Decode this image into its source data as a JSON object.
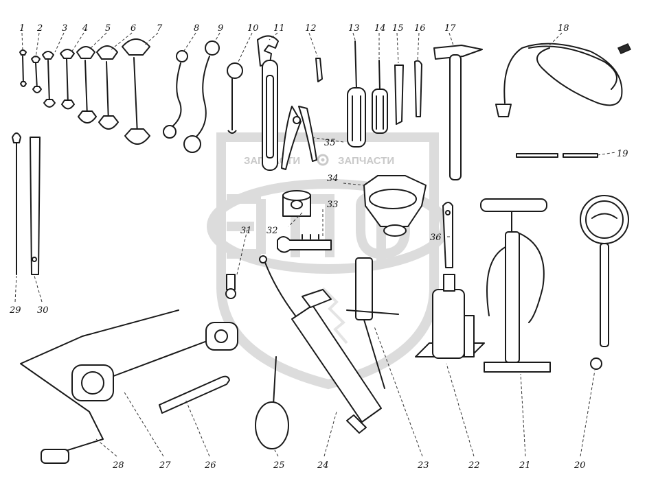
{
  "watermark": {
    "left_text": "ЗАПЧАСТИ",
    "right_text": "ЗАПЧАСТИ",
    "logo_letters": "ЭПФ"
  },
  "callouts": [
    {
      "id": "c1",
      "text": "1"
    },
    {
      "id": "c2",
      "text": "2"
    },
    {
      "id": "c3",
      "text": "3"
    },
    {
      "id": "c4",
      "text": "4"
    },
    {
      "id": "c5",
      "text": "5"
    },
    {
      "id": "c6",
      "text": "6"
    },
    {
      "id": "c7",
      "text": "7"
    },
    {
      "id": "c8",
      "text": "8"
    },
    {
      "id": "c9",
      "text": "9"
    },
    {
      "id": "c10",
      "text": "10"
    },
    {
      "id": "c11",
      "text": "11"
    },
    {
      "id": "c12",
      "text": "12"
    },
    {
      "id": "c13",
      "text": "13"
    },
    {
      "id": "c14",
      "text": "14"
    },
    {
      "id": "c15",
      "text": "15"
    },
    {
      "id": "c16",
      "text": "16"
    },
    {
      "id": "c17",
      "text": "17"
    },
    {
      "id": "c18",
      "text": "18"
    },
    {
      "id": "c19",
      "text": "19"
    },
    {
      "id": "c20",
      "text": "20"
    },
    {
      "id": "c21",
      "text": "21"
    },
    {
      "id": "c22",
      "text": "22"
    },
    {
      "id": "c23",
      "text": "23"
    },
    {
      "id": "c24",
      "text": "24"
    },
    {
      "id": "c25",
      "text": "25"
    },
    {
      "id": "c26",
      "text": "26"
    },
    {
      "id": "c27",
      "text": "27"
    },
    {
      "id": "c28",
      "text": "28"
    },
    {
      "id": "c29",
      "text": "29"
    },
    {
      "id": "c30",
      "text": "30"
    },
    {
      "id": "c31",
      "text": "31"
    },
    {
      "id": "c32",
      "text": "32"
    },
    {
      "id": "c33",
      "text": "33"
    },
    {
      "id": "c34",
      "text": "34"
    },
    {
      "id": "c35",
      "text": "35"
    },
    {
      "id": "c36",
      "text": "36"
    }
  ]
}
